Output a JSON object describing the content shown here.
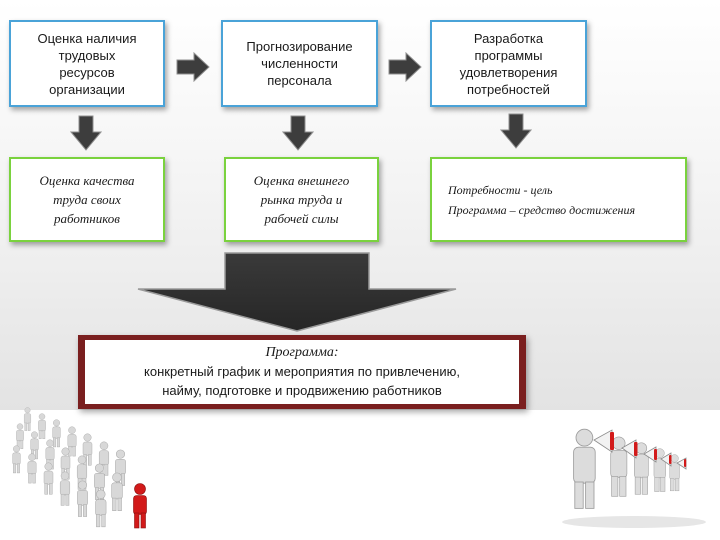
{
  "top_row": [
    {
      "id": "b1",
      "text": "Оценка наличия\nтрудовых\nресурсов\nорганизации"
    },
    {
      "id": "b2",
      "text": "Прогнозирование\nчисленности\nперсонала"
    },
    {
      "id": "b3",
      "text": "Разработка\nпрограммы\nудовлетворения\nпотребностей"
    }
  ],
  "middle_row": [
    {
      "id": "g1",
      "text": "Оценка качества\nтруда своих\nработников"
    },
    {
      "id": "g2",
      "text": "Оценка внешнего\nрынка труда и\nрабочей силы"
    },
    {
      "id": "g3",
      "lines": [
        "Потребности  - цель",
        "Программа – средство достижения"
      ]
    }
  ],
  "program": {
    "heading": "Программа:",
    "text": "конкретный график и мероприятия по привлечению,\nнайму, подготовке и продвижению работников"
  },
  "colors": {
    "blue_border": "#4aa3d8",
    "green_border": "#7ad23e",
    "arrow_dark": "#3d3d3d",
    "program_frame": "#7a1f1f",
    "accent_red": "#d21a1a"
  },
  "illustrations": [
    "crowd-of-figures-with-red-leader",
    "figures-with-megaphones"
  ]
}
